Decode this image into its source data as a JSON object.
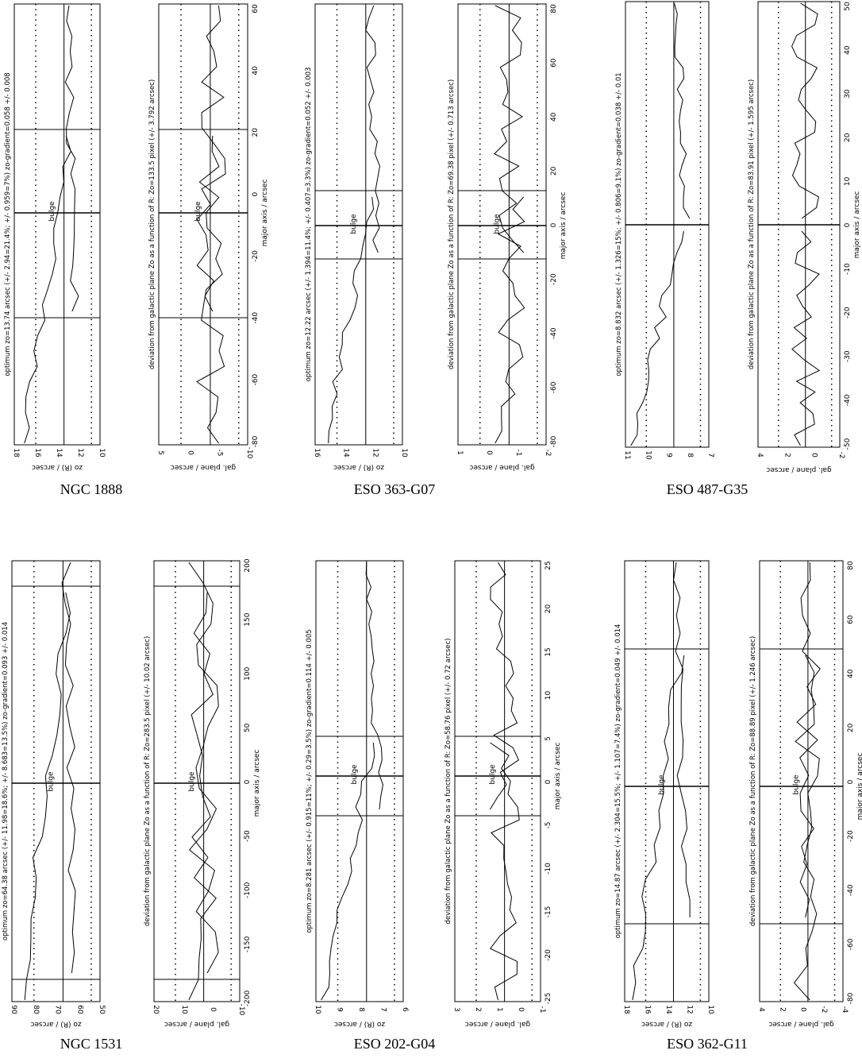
{
  "figure": {
    "rows": [
      {
        "panels": [
          {
            "caption": "NGC 1888",
            "top_title": "optimum zo=13.74 arcsec (+/- 2.94=21.4%; +/- 0.959=7%)  zo-gradient=0.058 +/- 0.008",
            "top_ylabel": "zo (R) / arcsec",
            "top_ticks": [
              "18",
              "16",
              "14",
              "12",
              "10"
            ],
            "bottom_title": "deviation from galactic plane Zo as a function of R:  Zo=133.5 pixel (+/- 3.792 arcsec)",
            "bottom_ylabel": "gal. plane / arcsec",
            "bottom_ticks": [
              "5",
              "0",
              "-5",
              "-10"
            ],
            "xticks": [
              "-80",
              "-60",
              "-40",
              "-20",
              "0",
              "20",
              "40",
              "60"
            ],
            "xlabel": "major axis / arcsec",
            "bulge": "bulge"
          },
          {
            "caption": "ESO 363-G07",
            "top_title": "optimum zo=12.22 arcsec (+/- 1.394=11.4%; +/- 0.407=3.3%)  zo-gradient=0.052 +/- 0.003",
            "top_ylabel": "zo (R) / arcsec",
            "top_ticks": [
              "16",
              "14",
              "12",
              "10"
            ],
            "bottom_title": "deviation from galactic plane Zo as a function of R:  Zo=69.38 pixel (+/- 0.713 arcsec)",
            "bottom_ylabel": "gal. plane / arcsec",
            "bottom_ticks": [
              "1",
              "0",
              "-1",
              "-2"
            ],
            "xticks": [
              "-80",
              "-60",
              "-40",
              "-20",
              "0",
              "20",
              "40",
              "60",
              "80"
            ],
            "xlabel": "major axis / arcsec",
            "bulge": "bulge"
          },
          {
            "caption": "ESO 487-G35",
            "top_title": "optimum zo=8.832 arcsec (+/- 1.326=15%; +/- 0.806=9.1%)  zo-gradient=0.038 +/- 0.01",
            "top_ylabel": "",
            "top_ticks": [
              "11",
              "10",
              "9",
              "8",
              "7"
            ],
            "bottom_title": "deviation from galactic plane Zo as a function of R:  Zo=83.91 pixel (+/- 1.595 arcsec)",
            "bottom_ylabel": "gal. plane / arcsec",
            "bottom_ticks": [
              "4",
              "2",
              "0",
              "-2"
            ],
            "xticks": [
              "-50",
              "-40",
              "-30",
              "-20",
              "-10",
              "0",
              "10",
              "20",
              "30",
              "40",
              "50"
            ],
            "xlabel": "major axis / arcsec",
            "bulge": ""
          }
        ]
      },
      {
        "panels": [
          {
            "caption": "NGC 1531",
            "top_title": "optimum zo=64.38 arcsec (+/- 11.98=18.6%; +/- 8.683=13.5%)  zo-gradient=0.093 +/- 0.014",
            "top_ylabel": "zo (R) / arcsec",
            "top_ticks": [
              "90",
              "80",
              "70",
              "60",
              "50"
            ],
            "bottom_title": "deviation from galactic plane Zo as a function of R:  Zo=283.5 pixel (+/- 10.02 arcsec)",
            "bottom_ylabel": "gal. plane / arcsec",
            "bottom_ticks": [
              "20",
              "10",
              "0",
              "-10"
            ],
            "xticks": [
              "-200",
              "-150",
              "-100",
              "-50",
              "0",
              "50",
              "100",
              "150",
              "200"
            ],
            "xlabel": "major axis / arcsec",
            "bulge": "bulge"
          },
          {
            "caption": "ESO 202-G04",
            "top_title": "optimum zo=8.281 arcsec (+/- 0.915=11%; +/- 0.29=3.5%)  zo-gradient=0.114 +/- 0.005",
            "top_ylabel": "zo (R) / arcsec",
            "top_ticks": [
              "10",
              "9",
              "8",
              "7",
              "6"
            ],
            "bottom_title": "deviation from galactic plane Zo as a function of R:  Zo=58.76 pixel (+/- 0.72 arcsec)",
            "bottom_ylabel": "gal. plane / arcsec",
            "bottom_ticks": [
              "3",
              "2",
              "1",
              "0",
              "-1"
            ],
            "xticks": [
              "-25",
              "-20",
              "-15",
              "-10",
              "-5",
              "0",
              "5",
              "10",
              "15",
              "20",
              "25"
            ],
            "xlabel": "major axis / arcsec",
            "bulge": "bulge"
          },
          {
            "caption": "ESO 362-G11",
            "top_title": "optimum zo=14.87 arcsec (+/- 2.304=15.5%; +/- 1.107=7.4%)  zo-gradient=0.049 +/- 0.014",
            "top_ylabel": "zo (R) / arcsec",
            "top_ticks": [
              "18",
              "16",
              "14",
              "12",
              "10"
            ],
            "bottom_title": "deviation from galactic plane Zo as a function of R:  Zo=88.89 pixel (+/- 1.246 arcsec)",
            "bottom_ylabel": "gal. plane / arcsec",
            "bottom_ticks": [
              "4",
              "2",
              "0",
              "-2",
              "-4"
            ],
            "xticks": [
              "-80",
              "-60",
              "-40",
              "-20",
              "0",
              "20",
              "40",
              "60",
              "80"
            ],
            "xlabel": "major axis / arcsec",
            "bulge": "bulge"
          }
        ]
      }
    ]
  }
}
